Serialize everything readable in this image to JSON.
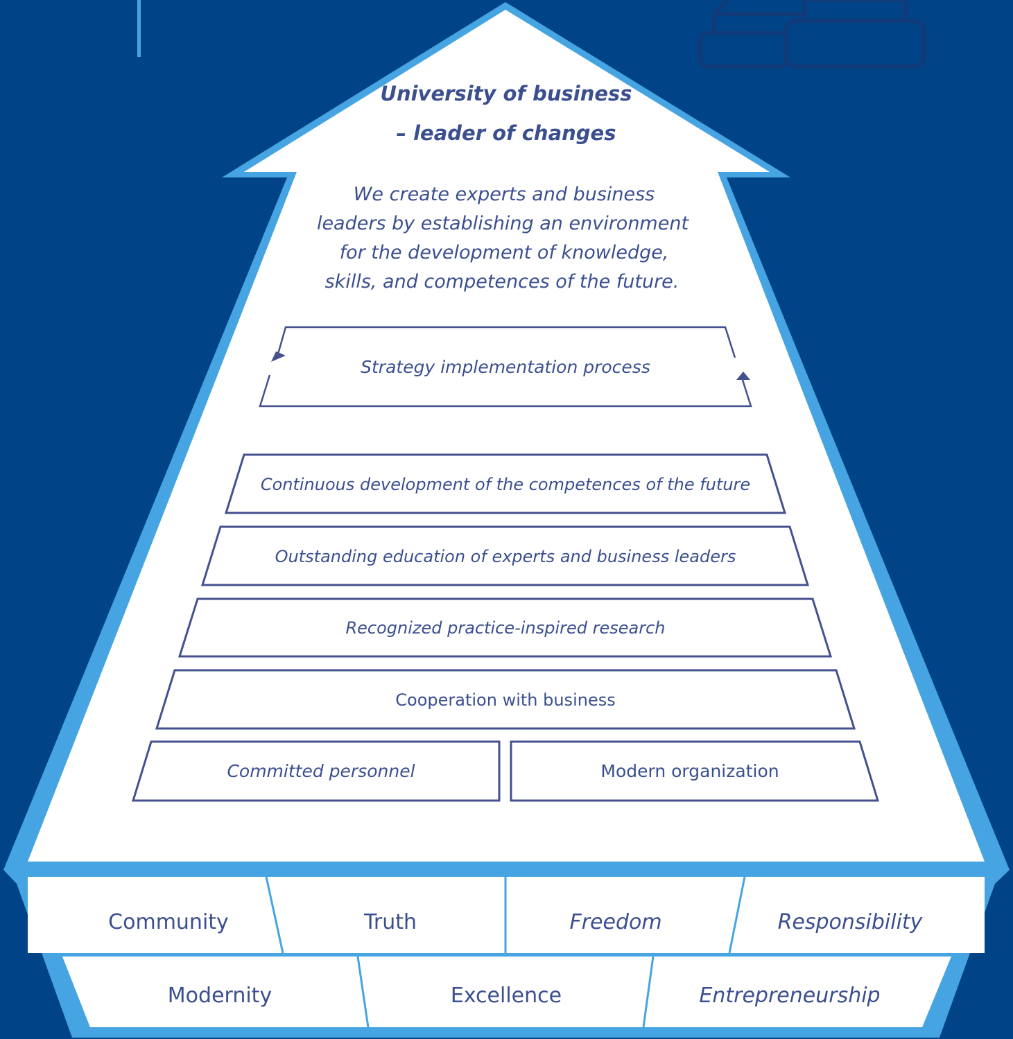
{
  "header": {
    "title_line1": "University of business",
    "title_line2": "– leader of changes"
  },
  "mission": {
    "lines": [
      "We create experts and business",
      "leaders by establishing an environment",
      "for the development of knowledge,",
      "skills, and competences of the future."
    ]
  },
  "process": {
    "label": "Strategy implementation process"
  },
  "goals": [
    "Continuous development of the competences of the future",
    "Outstanding education of experts and business leaders",
    "Recognized practice-inspired research",
    "Cooperation with business"
  ],
  "foundations": [
    "Committed personnel",
    "Modern organization"
  ],
  "values_row1": [
    "Community",
    "Truth",
    "Freedom",
    "Responsibility"
  ],
  "values_row2": [
    "Modernity",
    "Excellence",
    "Entrepreneurship"
  ],
  "colors": {
    "background": "#004387",
    "arrow_fill": "#ffffff",
    "outline": "#45a4e1",
    "text": "#3b4f8f",
    "box_stroke": "#44518f"
  }
}
